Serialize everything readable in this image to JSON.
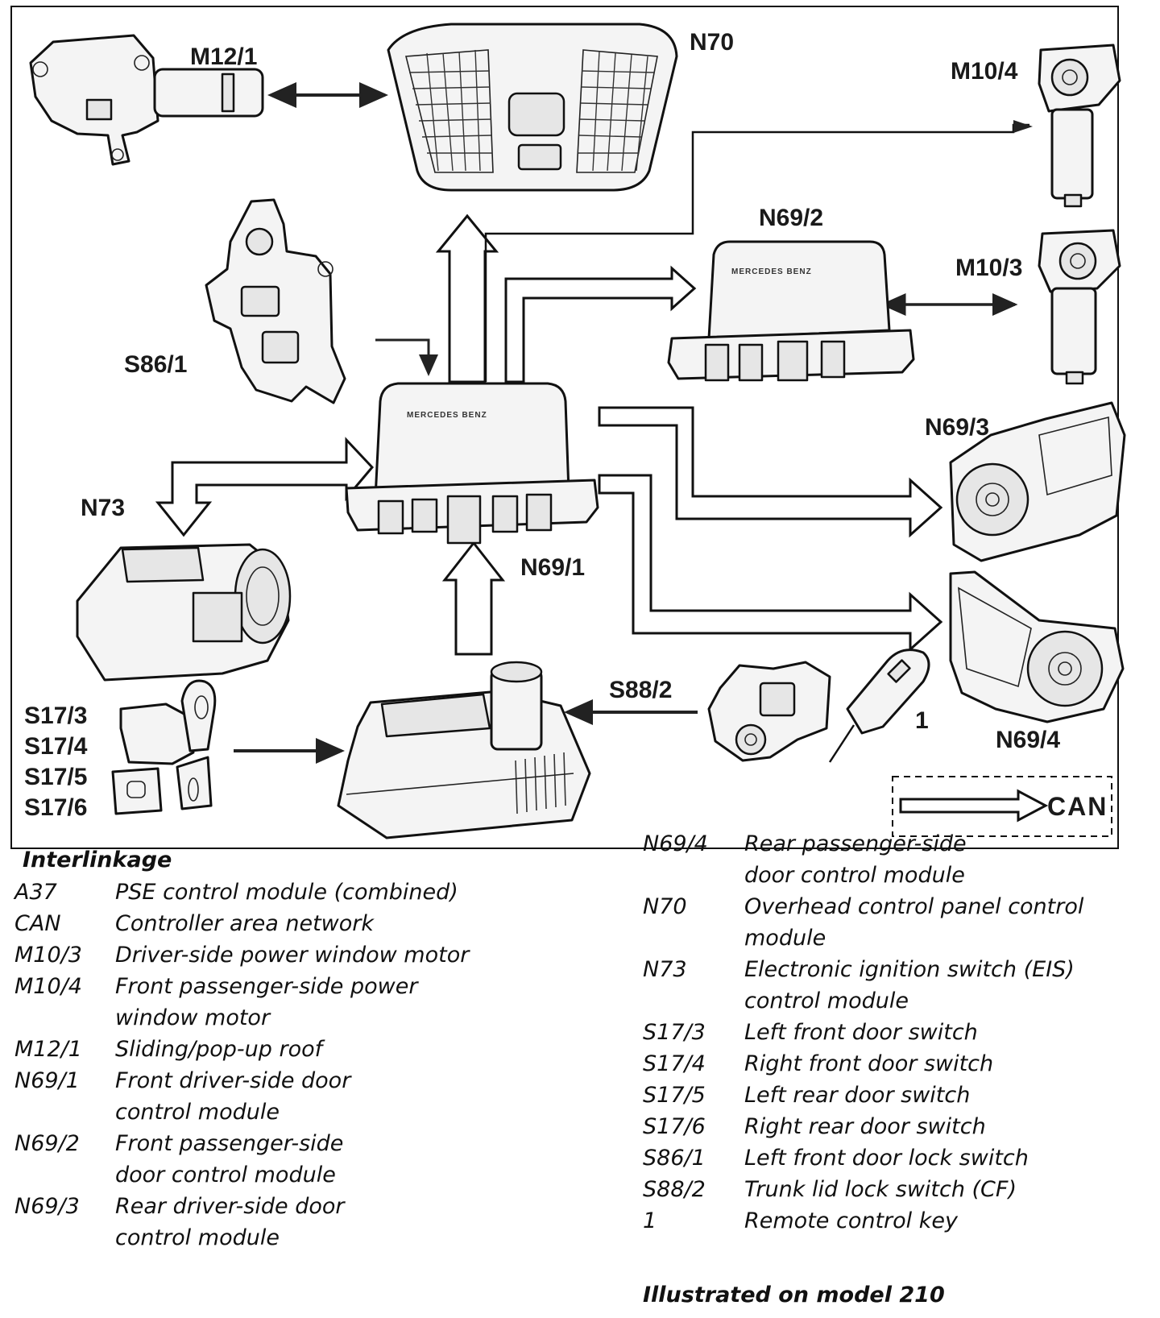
{
  "diagram": {
    "callouts": {
      "m12_1": "M12/1",
      "n70": "N70",
      "m10_4": "M10/4",
      "n69_2": "N69/2",
      "m10_3": "M10/3",
      "s86_1": "S86/1",
      "n69_3": "N69/3",
      "n73": "N73",
      "n69_1": "N69/1",
      "s88_2": "S88/2",
      "key_1": "1",
      "n69_4": "N69/4",
      "s17_3": "S17/3",
      "s17_4": "S17/4",
      "s17_5": "S17/5",
      "s17_6": "S17/6"
    },
    "module_brand": "MERCEDES BENZ",
    "can_box_label": "CAN"
  },
  "legend": {
    "title": "Interlinkage",
    "left": [
      {
        "code": "A37",
        "desc": "PSE control module (combined)"
      },
      {
        "code": "CAN",
        "desc": "Controller area network"
      },
      {
        "code": "M10/3",
        "desc": "Driver-side power window motor"
      },
      {
        "code": "M10/4",
        "desc": "Front passenger-side power window motor"
      },
      {
        "code": "M12/1",
        "desc": "Sliding/pop-up roof"
      },
      {
        "code": "N69/1",
        "desc": "Front driver-side door control module"
      },
      {
        "code": "N69/2",
        "desc": "Front passenger-side door control module"
      },
      {
        "code": "N69/3",
        "desc": "Rear driver-side door control module"
      }
    ],
    "right": [
      {
        "code": "N69/4",
        "desc": "Rear passenger-side door control module"
      },
      {
        "code": "N70",
        "desc": "Overhead control panel control module"
      },
      {
        "code": "N73",
        "desc": "Electronic ignition switch (EIS) control module"
      },
      {
        "code": "S17/3",
        "desc": "Left front door switch"
      },
      {
        "code": "S17/4",
        "desc": "Right front door switch"
      },
      {
        "code": "S17/5",
        "desc": "Left rear door switch"
      },
      {
        "code": "S17/6",
        "desc": "Right rear door switch"
      },
      {
        "code": "S86/1",
        "desc": "Left front door lock switch"
      },
      {
        "code": "S88/2",
        "desc": "Trunk lid lock switch (CF)"
      },
      {
        "code": "1",
        "desc": "Remote control key"
      }
    ],
    "note": "Illustrated on model 210"
  }
}
